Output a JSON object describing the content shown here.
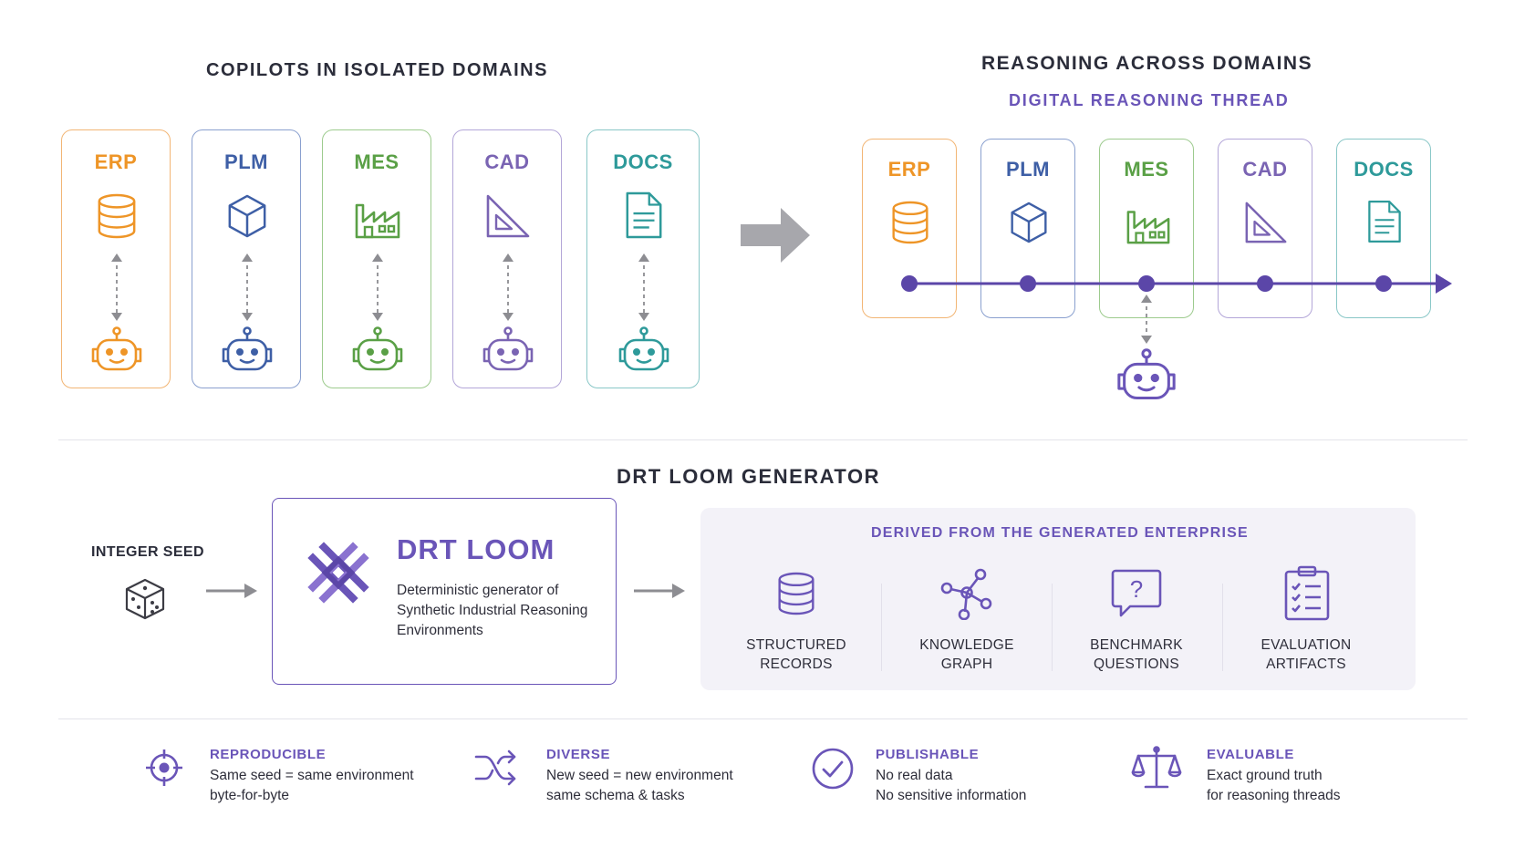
{
  "left_section": {
    "title": "COPILOTS IN ISOLATED DOMAINS",
    "cards": [
      {
        "label": "ERP",
        "icon": "database-icon",
        "color": "#ee9527"
      },
      {
        "label": "PLM",
        "icon": "cube-icon",
        "color": "#3e5fa6"
      },
      {
        "label": "MES",
        "icon": "factory-icon",
        "color": "#5aa046"
      },
      {
        "label": "CAD",
        "icon": "set-square-icon",
        "color": "#7a64b3"
      },
      {
        "label": "DOCS",
        "icon": "document-icon",
        "color": "#2e9a9a"
      }
    ]
  },
  "right_section": {
    "title": "REASONING ACROSS DOMAINS",
    "subtitle": "DIGITAL REASONING THREAD",
    "cards": [
      {
        "label": "ERP",
        "icon": "database-icon",
        "color": "#ee9527"
      },
      {
        "label": "PLM",
        "icon": "cube-icon",
        "color": "#3e5fa6"
      },
      {
        "label": "MES",
        "icon": "factory-icon",
        "color": "#5aa046"
      },
      {
        "label": "CAD",
        "icon": "set-square-icon",
        "color": "#7a64b3"
      },
      {
        "label": "DOCS",
        "icon": "document-icon",
        "color": "#2e9a9a"
      }
    ],
    "thread_color": "#5b46a8"
  },
  "generator": {
    "title": "DRT LOOM GENERATOR",
    "seed_label": "INTEGER SEED",
    "loom_title": "DRT LOOM",
    "loom_desc": [
      "Deterministic generator of",
      "Synthetic Industrial Reasoning",
      "Environments"
    ],
    "derived_title": "DERIVED FROM THE GENERATED ENTERPRISE",
    "derived_items": [
      {
        "lines": [
          "STRUCTURED",
          "RECORDS"
        ],
        "icon": "database-icon"
      },
      {
        "lines": [
          "KNOWLEDGE",
          "GRAPH"
        ],
        "icon": "graph-icon"
      },
      {
        "lines": [
          "BENCHMARK",
          "QUESTIONS"
        ],
        "icon": "question-bubble-icon"
      },
      {
        "lines": [
          "EVALUATION",
          "ARTIFACTS"
        ],
        "icon": "clipboard-checklist-icon"
      }
    ]
  },
  "features": [
    {
      "title": "REPRODUCIBLE",
      "lines": [
        "Same seed = same environment",
        "byte-for-byte"
      ],
      "icon": "target-icon"
    },
    {
      "title": "DIVERSE",
      "lines": [
        "New seed = new environment",
        "same schema & tasks"
      ],
      "icon": "shuffle-icon"
    },
    {
      "title": "PUBLISHABLE",
      "lines": [
        "No real data",
        "No sensitive information"
      ],
      "icon": "check-circle-icon"
    },
    {
      "title": "EVALUABLE",
      "lines": [
        "Exact ground truth",
        "for reasoning threads"
      ],
      "icon": "balance-scale-icon"
    }
  ],
  "colors": {
    "accent": "#6a55b8",
    "dark_text": "#2b2d3a",
    "arrow_gray": "#a7a7ac"
  }
}
